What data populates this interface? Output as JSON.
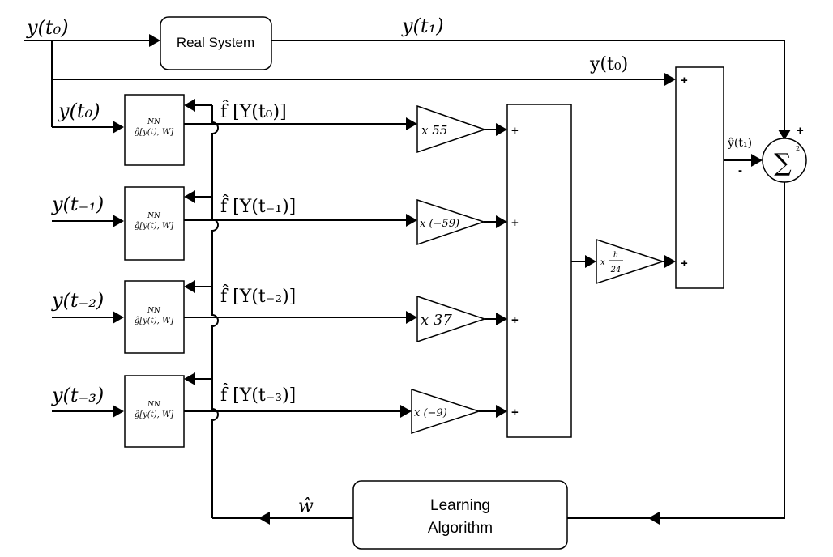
{
  "inputs": {
    "y0_main": "y(t₀)",
    "y1_output": "y(t₁)",
    "y0_bypass": "y(t₀)",
    "y0": "y(t₀)",
    "ym1": "y(t₋₁)",
    "ym2": "y(t₋₂)",
    "ym3": "y(t₋₃)"
  },
  "real_system": {
    "label": "Real System"
  },
  "nn_blocks": [
    {
      "top": "NN",
      "bottom": "ĝ[y(t), W]"
    },
    {
      "top": "NN",
      "bottom": "ĝ[y(t), W]"
    },
    {
      "top": "NN",
      "bottom": "ĝ[y(t), W]"
    },
    {
      "top": "NN",
      "bottom": "ĝ[y(t), W]"
    }
  ],
  "nn_outputs": [
    "f̂  [Y(t₀)]",
    "f̂  [Y(t₋₁)]",
    "f̂  [Y(t₋₂)]",
    "f̂  [Y(t₋₃)]"
  ],
  "gains": [
    "x 55",
    "x (−59)",
    "x 37",
    "x (−9)"
  ],
  "h_gain": {
    "prefix": "x",
    "numerator": "h",
    "denominator": "24"
  },
  "plus_sign": "+",
  "minus_sign": "-",
  "yhat_label": "ŷ(t₁)",
  "sum_symbol": "∑",
  "sum_superscript": "2",
  "learning": {
    "line1": "Learning",
    "line2": "Algorithm"
  },
  "w_hat": "ŵ"
}
